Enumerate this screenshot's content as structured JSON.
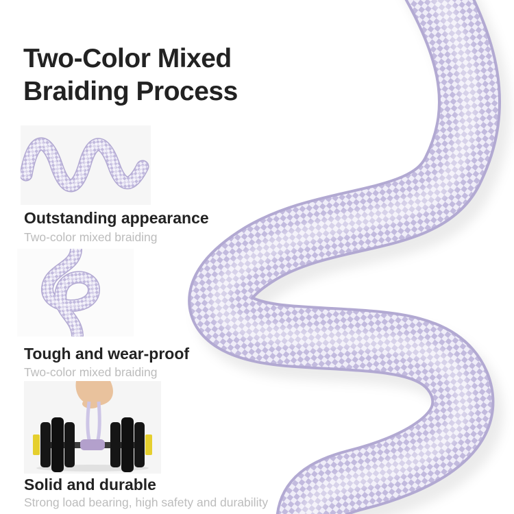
{
  "title": "Two-Color Mixed Braiding Process",
  "sections": [
    {
      "icon": "wavy-cable-icon",
      "heading": "Outstanding appearance",
      "sub": "Two-color mixed braiding"
    },
    {
      "icon": "knotted-cable-icon",
      "heading": "Tough and wear-proof",
      "sub": "Two-color mixed braiding"
    },
    {
      "icon": "dumbbell-lift-icon",
      "heading": "Solid and durable",
      "sub": "Strong load bearing, high safety and durability"
    }
  ],
  "colors": {
    "heading_text": "#222222",
    "sub_text": "#bcbcbc",
    "rope_light": "#efedf8",
    "rope_mid": "#d9d4ec",
    "rope_dark": "#b2a9d2",
    "collar_yellow": "#e5cf2e",
    "plate_black": "#161616",
    "hand_skin": "#e9c29d"
  }
}
